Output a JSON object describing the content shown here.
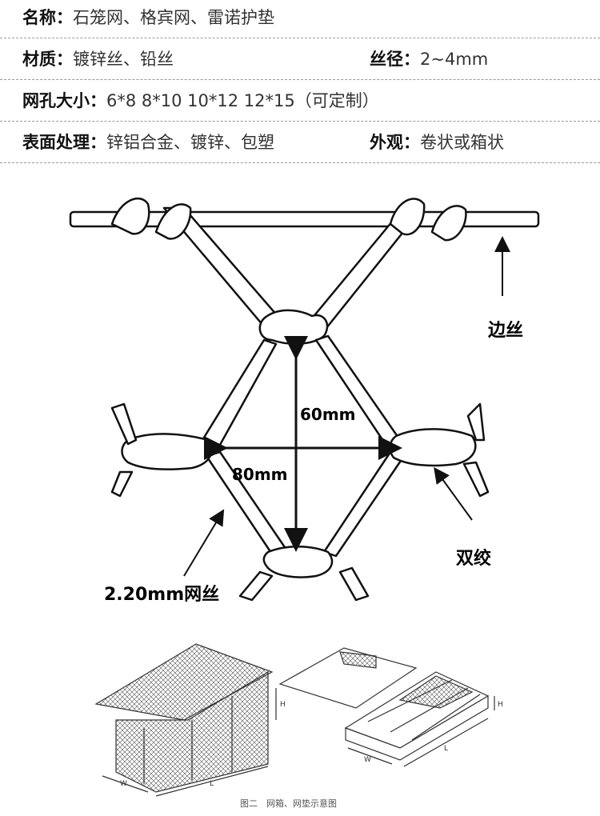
{
  "specs": {
    "name": {
      "label": "名称：",
      "value": "石笼网、格宾网、雷诺护垫"
    },
    "material": {
      "label": "材质：",
      "value": "镀锌丝、铅丝"
    },
    "wire": {
      "label": "丝径：",
      "value": "2~4mm"
    },
    "mesh": {
      "label": "网孔大小：",
      "value": "6*8  8*10  10*12  12*15（可定制）"
    },
    "surface": {
      "label": "表面处理：",
      "value": "锌铝合金、镀锌、包塑"
    },
    "look": {
      "label": "外观：",
      "value": "卷状或箱状"
    }
  },
  "diagram": {
    "edge_wire": "边丝",
    "height_dim": "60mm",
    "width_dim": "80mm",
    "twist": "双绞",
    "mesh_wire": "2.20mm网丝"
  },
  "schematic": {
    "dim_w": "W",
    "dim_l": "L",
    "dim_h": "H",
    "caption": "图二　网箱、网垫示意图"
  },
  "colors": {
    "line": "#111111",
    "arrow_head": "#1a4d1a",
    "divider": "#9a9a9a"
  }
}
